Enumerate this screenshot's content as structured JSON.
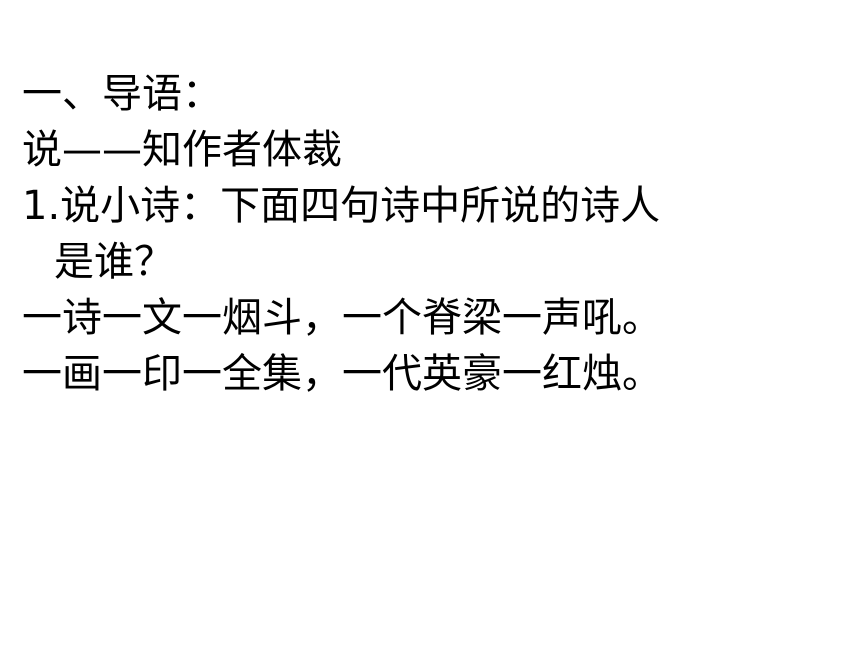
{
  "slide": {
    "heading": "一、导语：",
    "subheading": "说——知作者体裁",
    "question_line1": "1.说小诗：下面四句诗中所说的诗人",
    "question_line2": "是谁？",
    "poem_line1": "一诗一文一烟斗，一个脊梁一声吼。",
    "poem_line2": "一画一印一全集，一代英豪一红烛。"
  }
}
